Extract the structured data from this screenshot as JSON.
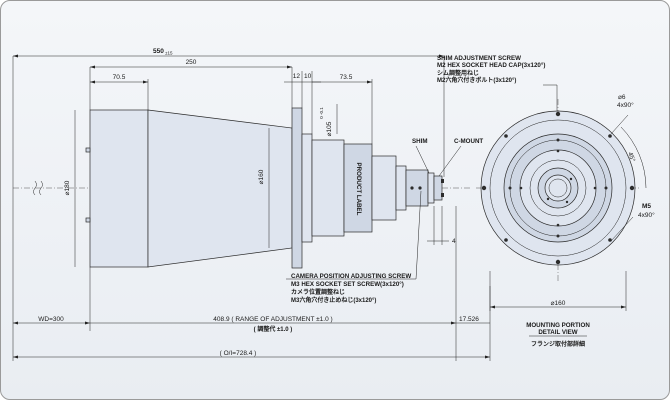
{
  "dimensions": {
    "overall": "550",
    "overall_tol": "±15",
    "taper_len": "250",
    "front_len": "70.5",
    "flange_a": "12",
    "flange_b": "10",
    "rear_len": "73.5",
    "dia_front": "⌀180",
    "dia_mid": "⌀160",
    "dia_rear": "⌀105",
    "dia_rear_tol": "0 -0.1",
    "dim_4": "4",
    "wd": "WD=300",
    "range_en": "408.9 ( RANGE OF ADJUSTMENT ±1.0 )",
    "range_jp": "( 調整代 ±1.0 )",
    "flange_back": "17.526",
    "oi": "( O/I=728.4 )",
    "dia_flange": "⌀160",
    "hole_dia": "⌀6",
    "hole_count": "4x90°",
    "angle": "45°",
    "m5": "M5",
    "m5_count": "4x90°"
  },
  "labels": {
    "shim_screw_en1": "SHIM ADJUSTMENT SCREW",
    "shim_screw_en2": "M2 HEX SOCKET HEAD CAP(3x120°)",
    "shim_screw_jp1": "シム調整用ねじ",
    "shim_screw_jp2": "M2六角穴付きボルト(3x120°)",
    "shim": "SHIM",
    "cmount": "C-MOUNT",
    "product_label": "PRODUCT LABEL",
    "cam_screw_en1": "CAMERA POSITION ADJUSTING SCREW",
    "cam_screw_en2": "M3 HEX SOCKET SET SCREW(3x120°)",
    "cam_screw_jp1": "カメラ位置調整ねじ",
    "cam_screw_jp2": "M3六角穴付き止めねじ(3x120°)",
    "detail_title1": "MOUNTING PORTION",
    "detail_title2": "DETAIL VIEW",
    "detail_jp": "フランジ取付部詳細"
  },
  "colors": {
    "body": "#dfe5ef",
    "background": "#eef1f5"
  }
}
